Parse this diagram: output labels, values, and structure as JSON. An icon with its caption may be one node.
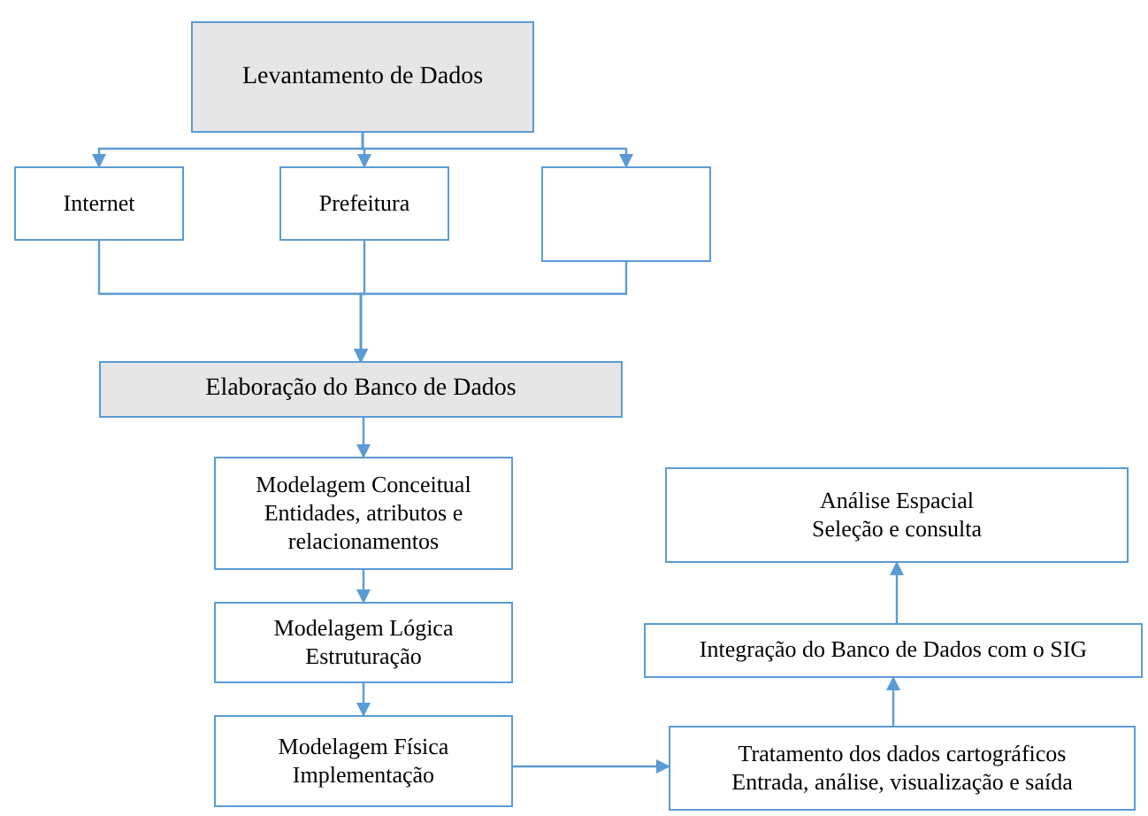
{
  "diagram": {
    "nodes": [
      {
        "text": [
          "Levantamento de Dados"
        ]
      },
      {
        "text": [
          "Internet"
        ]
      },
      {
        "text": [
          "Prefeitura"
        ]
      },
      {
        "text": [],
        "shape": "box"
      },
      {
        "text": [
          "Elaboração do Banco de Dados"
        ]
      },
      {
        "text": [
          "Modelagem Conceitual",
          "Entidades, atributos e relacionamentos"
        ]
      },
      {
        "text": [
          "Modelagem Lógica",
          "Estruturação"
        ]
      },
      {
        "text": [
          "Modelagem Física",
          "Implementação"
        ]
      },
      {
        "text": [
          "Tratamento dos dados cartográficos",
          "Entrada, análise, visualização e saída"
        ]
      },
      {
        "text": [
          "Integração do Banco de Dados com o SIG"
        ]
      },
      {
        "text": [
          "Análise Espacial",
          "Seleção e consulta"
        ]
      }
    ],
    "edges": [
      {
        "from": 0,
        "to": 1,
        "arrow": "to"
      },
      {
        "from": 0,
        "to": 2,
        "arrow": "to"
      },
      {
        "from": 0,
        "to": 3,
        "arrow": "to"
      },
      {
        "from": 1,
        "to": 4,
        "arrow": "to"
      },
      {
        "from": 2,
        "to": 4,
        "arrow": "to"
      },
      {
        "from": 3,
        "to": 4,
        "arrow": "to"
      },
      {
        "from": 4,
        "to": 5,
        "arrow": "to"
      },
      {
        "from": 5,
        "to": 6,
        "arrow": "to"
      },
      {
        "from": 6,
        "to": 7,
        "arrow": "to"
      },
      {
        "from": 7,
        "to": 8,
        "arrow": "to"
      },
      {
        "from": 8,
        "to": 9,
        "arrow": "to"
      },
      {
        "from": 9,
        "to": 10,
        "arrow": "to"
      }
    ]
  }
}
